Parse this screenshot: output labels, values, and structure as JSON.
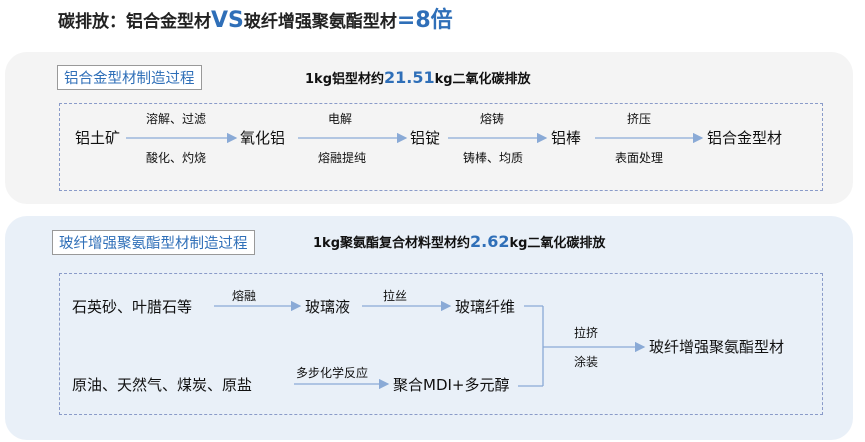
{
  "title": {
    "left": "碳排放：铝合金型材",
    "vs": "VS",
    "right": "玻纤增强聚氨酯型材",
    "eq": "=",
    "mult": "8倍"
  },
  "aluminum": {
    "section_title": "铝合金型材制造过程",
    "co2_prefix": "1kg铝型材约",
    "co2_value": "21.51",
    "co2_suffix": "kg二氧化碳排放",
    "nodes": [
      "铝土矿",
      "氧化铝",
      "铝锭",
      "铝棒",
      "铝合金型材"
    ],
    "steps": [
      {
        "top": "溶解、过滤",
        "bottom": "酸化、灼烧"
      },
      {
        "top": "电解",
        "bottom": "熔融提纯"
      },
      {
        "top": "熔铸",
        "bottom": "铸棒、均质"
      },
      {
        "top": "挤压",
        "bottom": "表面处理"
      }
    ]
  },
  "frp": {
    "section_title": "玻纤增强聚氨酯型材制造过程",
    "co2_prefix": "1kg聚氨酯复合材料型材约",
    "co2_value": "2.62",
    "co2_suffix": "kg二氧化碳排放",
    "nodes": {
      "raw1": "石英砂、叶腊石等",
      "glass_liquid": "玻璃液",
      "glass_fiber": "玻璃纤维",
      "raw2": "原油、天然气、煤炭、原盐",
      "polyol": "聚合MDI+多元醇",
      "product": "玻纤增强聚氨酯型材"
    },
    "steps": {
      "melt": "熔融",
      "draw": "拉丝",
      "chem": "多步化学反应",
      "pultrude": "拉挤",
      "coat": "涂装"
    }
  },
  "colors": {
    "accent": "#2f6fb8",
    "arrow": "#8aaad6",
    "panel1": "#f4f4f4",
    "panel2": "#e9f0f8"
  }
}
